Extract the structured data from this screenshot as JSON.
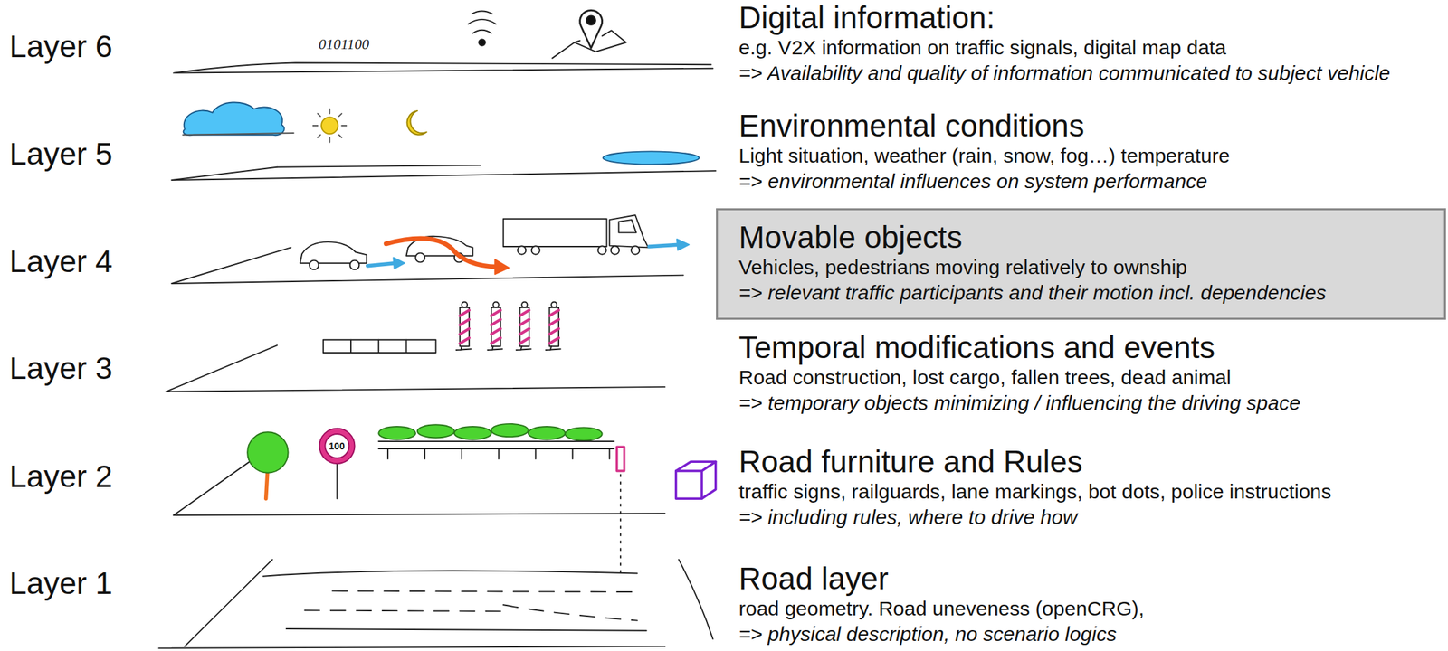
{
  "diagram": {
    "nodes": [
      {
        "text": [
          "Movable objects",
          "Vehicles, pedestrians moving relatively to ownship",
          "=> relevant traffic participants and their motion incl. dependencies"
        ]
      }
    ],
    "labels": [
      "Layer 6",
      "0101100",
      "Digital information:",
      "e.g. V2X information on traffic signals, digital map data",
      "=> Availability and quality of information communicated to subject vehicle",
      "Layer 5",
      "Environmental conditions",
      "Light situation, weather (rain, snow, fog…) temperature",
      "=> environmental influences on system performance",
      "Layer 4",
      "Layer 3",
      "Temporal modifications and events",
      "Road construction, lost cargo, fallen trees, dead animal",
      "=> temporary objects minimizing / influencing the driving space",
      "Layer 2",
      "100",
      "Road furniture and Rules",
      "traffic signs, railguards, lane markings, bot dots, police instructions",
      "=> including rules, where to drive how",
      "Layer 1",
      "Road layer",
      "road geometry. Road uneveness (openCRG),",
      "=> physical description, no scenario logics"
    ]
  }
}
